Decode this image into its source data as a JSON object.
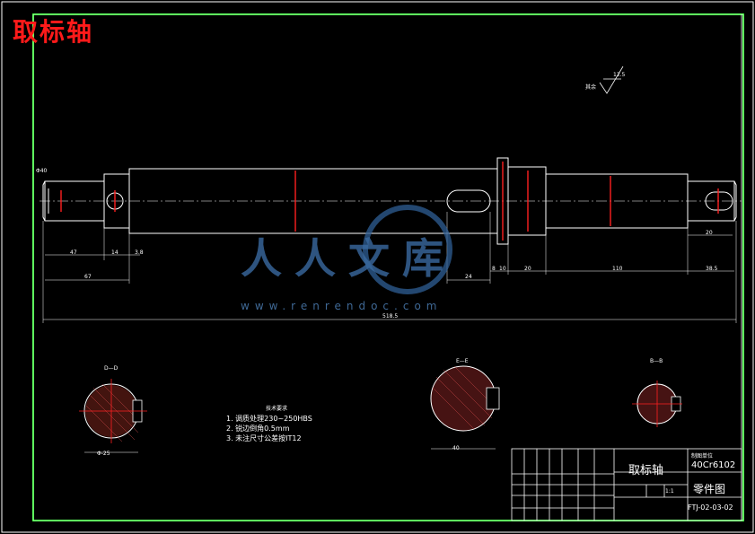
{
  "title": "取标轴",
  "watermark": {
    "chars": "人人文库",
    "url": "www.renrendoc.com"
  },
  "roughness": {
    "value": "12.5",
    "label": "其余"
  },
  "dimensions": {
    "d1": "47",
    "d2": "14",
    "d3": "3.8",
    "d4": "67",
    "d5": "24",
    "d6": "8",
    "d7": "10",
    "d8": "20",
    "d9": "110",
    "d10": "38.5",
    "d11": "20",
    "total": "518.5",
    "diam_left": "Φ40",
    "sec_dd_width": "Φ-25",
    "sec_ee_width": "40"
  },
  "sections": {
    "dd": "D—D",
    "ee": "E—E",
    "bb": "B—B"
  },
  "notes": {
    "header": "技术要求",
    "items": [
      "1.   调质处理230~250HBS",
      "2.   锐边倒角0.5mm",
      "3.   未注尺寸公差按IT12"
    ]
  },
  "title_block": {
    "part_name": "取标轴",
    "material_code": "制图单位",
    "material": "40Cr6102",
    "drawing_type": "零件图",
    "drawing_no": "FTJ-02-03-02",
    "scale": "1:1"
  }
}
